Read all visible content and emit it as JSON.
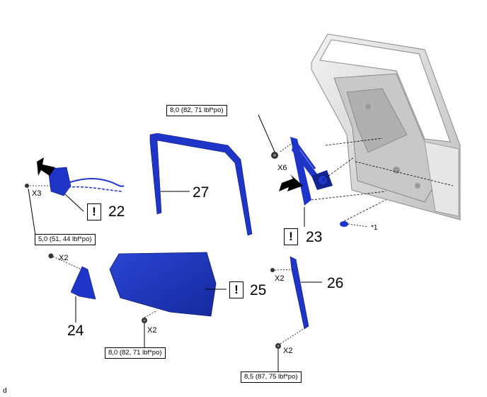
{
  "torque_specs": {
    "top_center": "8,0 (82, 71 lbf*po)",
    "left_mid": "5,0 (51, 44 lbf*po)",
    "bottom_center": "8,0 (82, 71 lbf*po)",
    "bottom_right": "8,5 (87, 75 lbf*po)"
  },
  "part_numbers": {
    "p22": "22",
    "p23": "23",
    "p24": "24",
    "p25": "25",
    "p26": "26",
    "p27": "27"
  },
  "quantities": {
    "x3": "X3",
    "x6": "X6",
    "x2_a": "X2",
    "x2_b": "X2",
    "x2_c": "X2",
    "x2_d": "X2"
  },
  "warning_symbol": "!",
  "note_ref": "*1",
  "corner_letter": "d",
  "colors": {
    "part_blue": "#1f35c8",
    "part_blue_dark": "#14248f",
    "door_gray": "#d9d9d9",
    "line": "#000000"
  }
}
